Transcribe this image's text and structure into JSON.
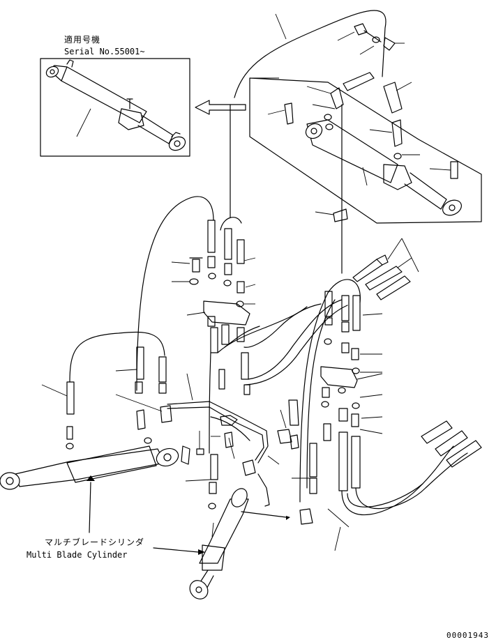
{
  "serial_label_jp": "適用号機",
  "serial_label_en": "Serial No.55001~",
  "cylinder_label_jp": "マルチブレードシリンダ",
  "cylinder_label_en": "Multi Blade Cylinder",
  "drawing_code": "00001943"
}
